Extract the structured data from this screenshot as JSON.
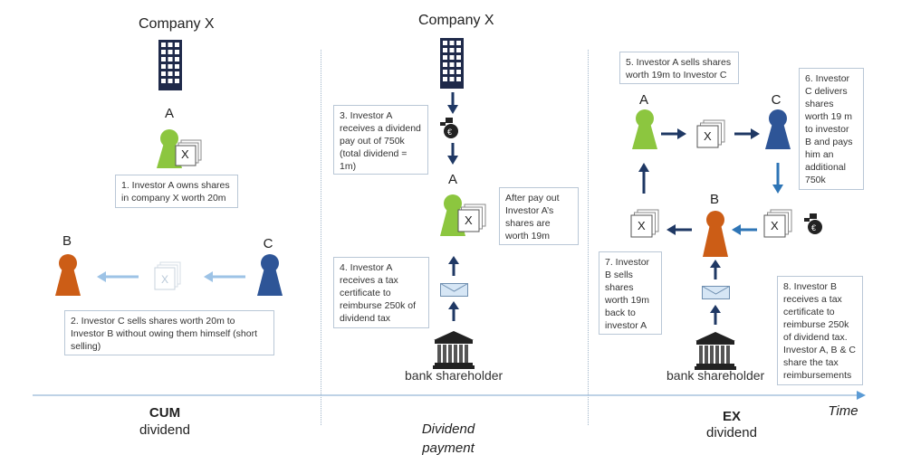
{
  "sections": {
    "cum": {
      "company_title": "Company X",
      "investor_a_label": "A",
      "investor_b_label": "B",
      "investor_c_label": "C",
      "share_label": "X",
      "step1": "1. Investor A owns shares in company X worth 20m",
      "step2": "2. Investor C sells shares worth 20m to Investor B without owing them himself (short selling)",
      "phase_bold": "CUM",
      "phase_sub": "dividend"
    },
    "payment": {
      "company_title": "Company X",
      "investor_a_label": "A",
      "share_label": "X",
      "step3": "3. Investor A receives a dividend pay out of 750k (total dividend = 1m)",
      "after_note": "After pay out Investor A’s shares are worth 19m",
      "step4": "4. Investor A receives a tax certificate to reimburse 250k of dividend tax",
      "bank_label": "bank shareholder",
      "phase_line1": "Dividend",
      "phase_line2": "payment"
    },
    "ex": {
      "investor_a_label": "A",
      "investor_b_label": "B",
      "investor_c_label": "C",
      "share_label": "X",
      "step5": "5. Investor A sells shares worth 19m to Investor C",
      "step6": "6. Investor C delivers shares worth 19 m to investor B and pays him an additional 750k",
      "step7": "7. Investor B sells shares worth 19m back to investor A",
      "step8": "8. Investor B receives a tax certificate to reimburse 250k of dividend tax. Investor A, B & C share the tax reimbursements",
      "bank_label": "bank shareholder",
      "phase_bold": "EX",
      "phase_sub": "dividend"
    }
  },
  "axis": {
    "time_label": "Time"
  },
  "colors": {
    "investor_a": "#8cc63f",
    "investor_b": "#cc5d16",
    "investor_c": "#2e5597",
    "dark_arrow": "#1f3864",
    "light_arrow": "#2e75b6",
    "faded_arrow": "#9dc3e6",
    "building": "#1f2a4a",
    "axis": "#9dc3e6"
  }
}
